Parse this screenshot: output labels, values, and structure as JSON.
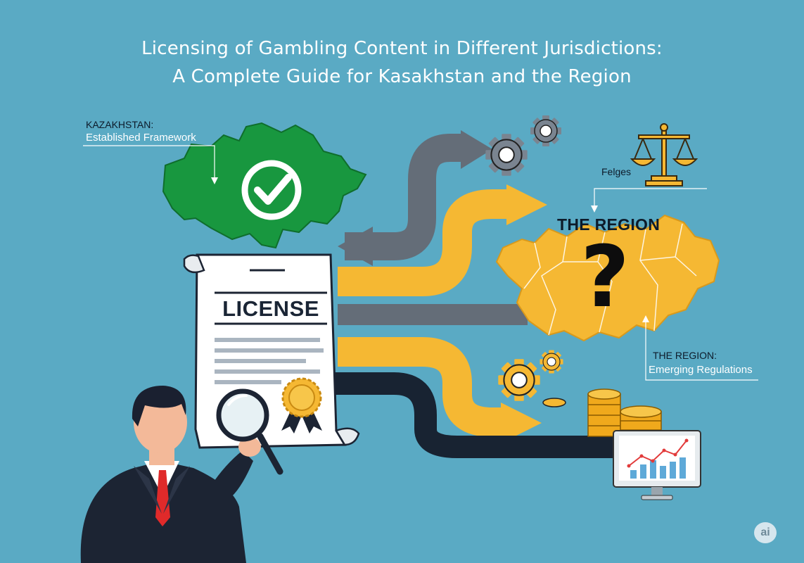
{
  "title": {
    "line1": "Licensing of Gambling Content in Different Jurisdictions:",
    "line2": "A Complete Guide for Kasakhstan and the Region"
  },
  "kazakhstan": {
    "heading": "KAZAKHSTAN:",
    "subheading": "Established Framework",
    "status_icon": "check-icon",
    "color": "#18973f"
  },
  "license": {
    "label": "LICENSE"
  },
  "region": {
    "title": "THE REGION",
    "symbol": "?",
    "heading": "THE REGION:",
    "subheading": "Emerging Regulations",
    "color": "#f5b833"
  },
  "scales_label": "Felges",
  "badge": "ai",
  "icons": [
    "check-icon",
    "scales-icon",
    "gear-icon",
    "coins-icon",
    "monitor-chart-icon",
    "magnifier-icon",
    "seal-icon",
    "person-icon"
  ],
  "colors": {
    "background": "#5aaac4",
    "arrow_gray": "#646d78",
    "arrow_yellow": "#f5b833",
    "arrow_dark": "#182332"
  }
}
